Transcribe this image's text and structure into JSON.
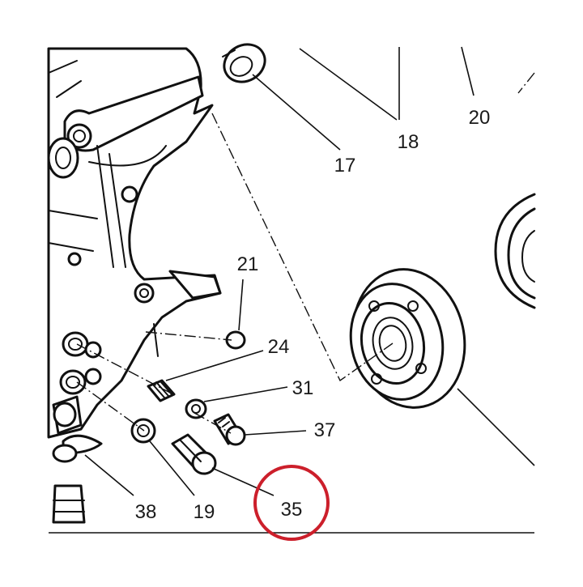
{
  "colors": {
    "highlight_circle": "#cc1f2b",
    "ink": "#111111",
    "paper": "#ffffff"
  },
  "callouts": [
    {
      "id": "17",
      "text": "17"
    },
    {
      "id": "18",
      "text": "18"
    },
    {
      "id": "20",
      "text": "20"
    },
    {
      "id": "21",
      "text": "21"
    },
    {
      "id": "24",
      "text": "24"
    },
    {
      "id": "31",
      "text": "31"
    },
    {
      "id": "37",
      "text": "37"
    },
    {
      "id": "38",
      "text": "38"
    },
    {
      "id": "19",
      "text": "19"
    },
    {
      "id": "35",
      "text": "35"
    }
  ],
  "highlighted_callout": "35"
}
